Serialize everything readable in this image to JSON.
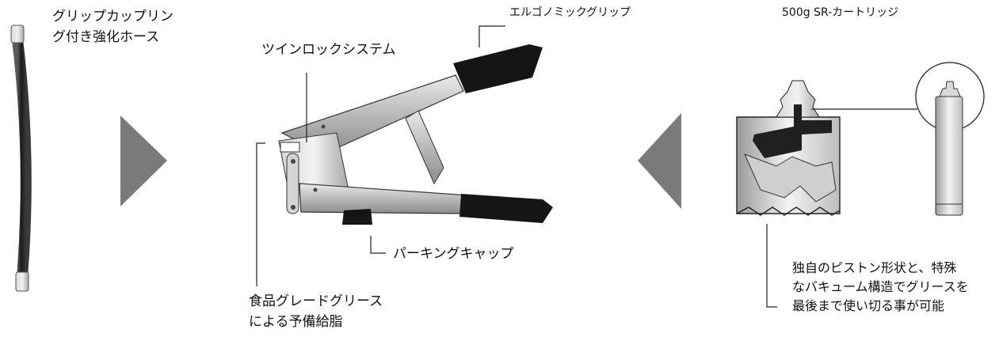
{
  "labels": {
    "hose": [
      "グリップカップリン",
      "グ付き強化ホース"
    ],
    "ergonomic_grip": "エルゴノミックグリップ",
    "cartridge": "500g SR-カートリッジ",
    "twin_lock": "ツインロックシステム",
    "parking_cap": "パーキングキャップ",
    "food_grade": [
      "食品グレードグリース",
      "による予備給脂"
    ],
    "piston": [
      "独自のピストン形状と、特殊",
      "なバキューム構造でグリースを",
      "最後まで使い切る事が可能"
    ]
  }
}
